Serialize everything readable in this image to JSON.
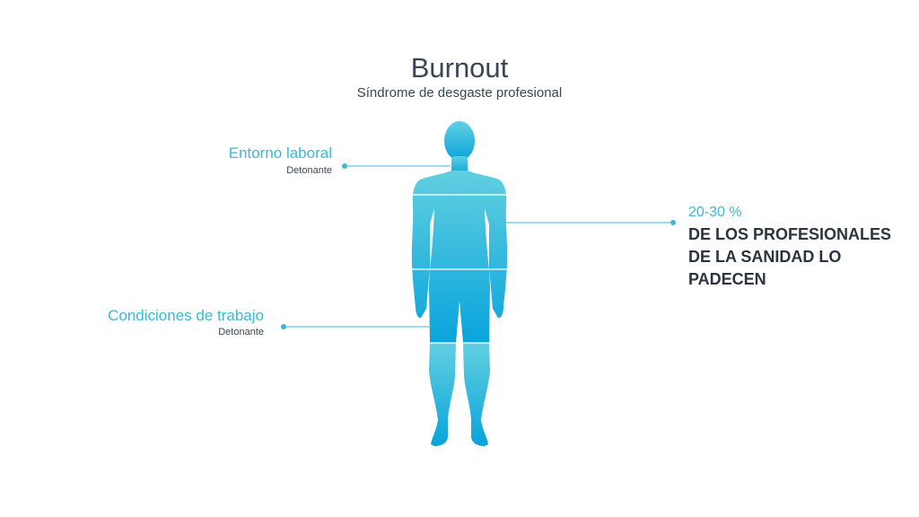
{
  "header": {
    "title": "Burnout",
    "subtitle": "Síndrome de desgaste profesional"
  },
  "callouts": {
    "upper": {
      "label": "Entorno laboral",
      "sub": "Detonante"
    },
    "lower": {
      "label": "Condiciones de trabajo",
      "sub": "Detonante"
    }
  },
  "stat": {
    "percent": "20-30 %",
    "lines": [
      "DE LOS PROFESIONALES",
      "DE LA SANIDAD LO",
      "PADECEN"
    ]
  },
  "colors": {
    "accent": "#3bb8d6",
    "text_dark": "#2b3440",
    "figure_top": "#5ecde0",
    "figure_bottom": "#0ea8dc"
  }
}
